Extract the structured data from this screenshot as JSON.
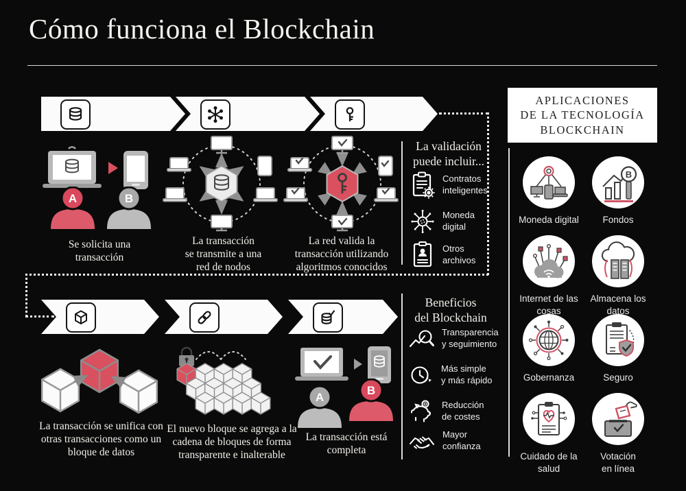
{
  "title": "Cómo funciona el Blockchain",
  "persons": {
    "a": "A",
    "b": "B"
  },
  "flow_top": {
    "steps": [
      {
        "icon": "coins-icon",
        "caption": "Se solicita una\ntransacción"
      },
      {
        "icon": "network-icon",
        "caption": "La transacción\nse transmite a una\nred de nodos"
      },
      {
        "icon": "key-icon",
        "caption": "La red valida la\ntransacción utilizando\nalgoritmos conocidos"
      }
    ]
  },
  "flow_bottom": {
    "steps": [
      {
        "icon": "cube-icon",
        "caption": "La transacción se unifica con\notras transacciones como un\nbloque de datos"
      },
      {
        "icon": "chain-icon",
        "caption": "El nuevo bloque se agrega a la\ncadena de bloques de forma\ntransparente e inalterable"
      },
      {
        "icon": "coins-check-icon",
        "caption": "La transacción está\ncompleta"
      }
    ]
  },
  "validation": {
    "title": "La validación\npuede incluir...",
    "items": [
      {
        "icon": "smart-contract-icon",
        "label": "Contratos\ninteligentes"
      },
      {
        "icon": "digital-currency-icon",
        "label": "Moneda\ndigital"
      },
      {
        "icon": "other-files-icon",
        "label": "Otros\narchivos"
      }
    ]
  },
  "benefits": {
    "title": "Beneficios\ndel Blockchain",
    "items": [
      {
        "icon": "transparency-icon",
        "label": "Transparencia\ny seguimiento"
      },
      {
        "icon": "clock-icon",
        "label": "Más simple\ny más rápido"
      },
      {
        "icon": "piggy-bank-icon",
        "label": "Reducción\nde costes"
      },
      {
        "icon": "handshake-icon",
        "label": "Mayor\nconfianza"
      }
    ]
  },
  "applications": {
    "title": "APLICACIONES\nDE LA TECNOLOGÍA\nBLOCKCHAIN",
    "items": [
      {
        "icon": "digital-currency-icon",
        "label": "Moneda digital"
      },
      {
        "icon": "funds-icon",
        "label": "Fondos"
      },
      {
        "icon": "iot-icon",
        "label": "Internet de las\ncosas"
      },
      {
        "icon": "data-storage-icon",
        "label": "Almacena los\ndatos"
      },
      {
        "icon": "governance-icon",
        "label": "Gobernanza"
      },
      {
        "icon": "insurance-icon",
        "label": "Seguro"
      },
      {
        "icon": "healthcare-icon",
        "label": "Cuidado de la\nsalud"
      },
      {
        "icon": "online-voting-icon",
        "label": "Votación\nen línea"
      }
    ]
  },
  "colors": {
    "background": "#0a0a0a",
    "accent_pink": "#d9505f",
    "neutral_gray": "#b9b9b9",
    "panel_white": "#ffffff"
  }
}
